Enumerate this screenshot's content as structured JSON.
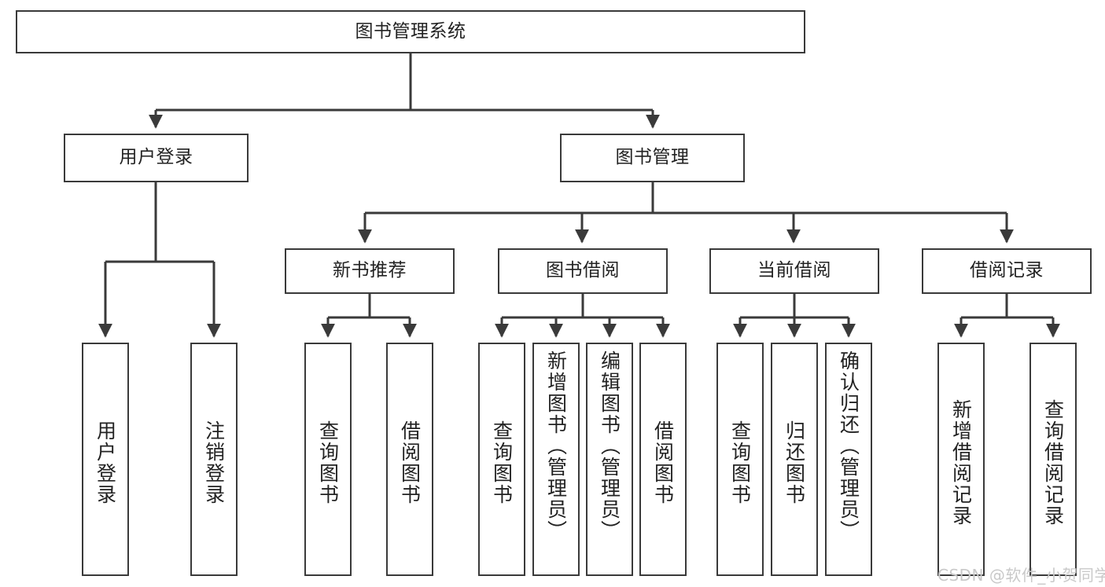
{
  "diagram": {
    "title": "图书管理系统",
    "type": "tree",
    "orientation": "top-down",
    "colors": {
      "box_border": "#3a3a3a",
      "box_fill": "#ffffff",
      "edge": "#3a3a3a",
      "text": "#222222",
      "watermark": "#c9c9c9",
      "background": "#ffffff"
    }
  },
  "nodes": {
    "root": {
      "label": "图书管理系统"
    },
    "level2": [
      {
        "id": "user-login",
        "label": "用户登录"
      },
      {
        "id": "book-management",
        "label": "图书管理"
      }
    ],
    "level3": [
      {
        "id": "new-book-recommend",
        "label": "新书推荐"
      },
      {
        "id": "book-borrow",
        "label": "图书借阅"
      },
      {
        "id": "current-borrow",
        "label": "当前借阅"
      },
      {
        "id": "borrow-record",
        "label": "借阅记录"
      }
    ],
    "leaves": {
      "user_login": [
        {
          "id": "leaf-user-login",
          "label": "用户登录"
        },
        {
          "id": "leaf-logout",
          "label": "注销登录"
        }
      ],
      "new_book_recommend": [
        {
          "id": "leaf-query-book-1",
          "label": "查询图书"
        },
        {
          "id": "leaf-borrow-book-1",
          "label": "借阅图书"
        }
      ],
      "book_borrow": [
        {
          "id": "leaf-query-book-2",
          "label": "查询图书"
        },
        {
          "id": "leaf-add-book",
          "label": "新增图书（管理员）"
        },
        {
          "id": "leaf-edit-book",
          "label": "编辑图书（管理员）"
        },
        {
          "id": "leaf-borrow-book-2",
          "label": "借阅图书"
        }
      ],
      "current_borrow": [
        {
          "id": "leaf-query-book-3",
          "label": "查询图书"
        },
        {
          "id": "leaf-return-book",
          "label": "归还图书"
        },
        {
          "id": "leaf-confirm-return",
          "label": "确认归还（管理员）"
        }
      ],
      "borrow_record": [
        {
          "id": "leaf-add-record",
          "label": "新增借阅记录"
        },
        {
          "id": "leaf-query-record",
          "label": "查询借阅记录"
        }
      ]
    }
  },
  "watermark": {
    "text": "CSDN @软件_小贺同学"
  }
}
